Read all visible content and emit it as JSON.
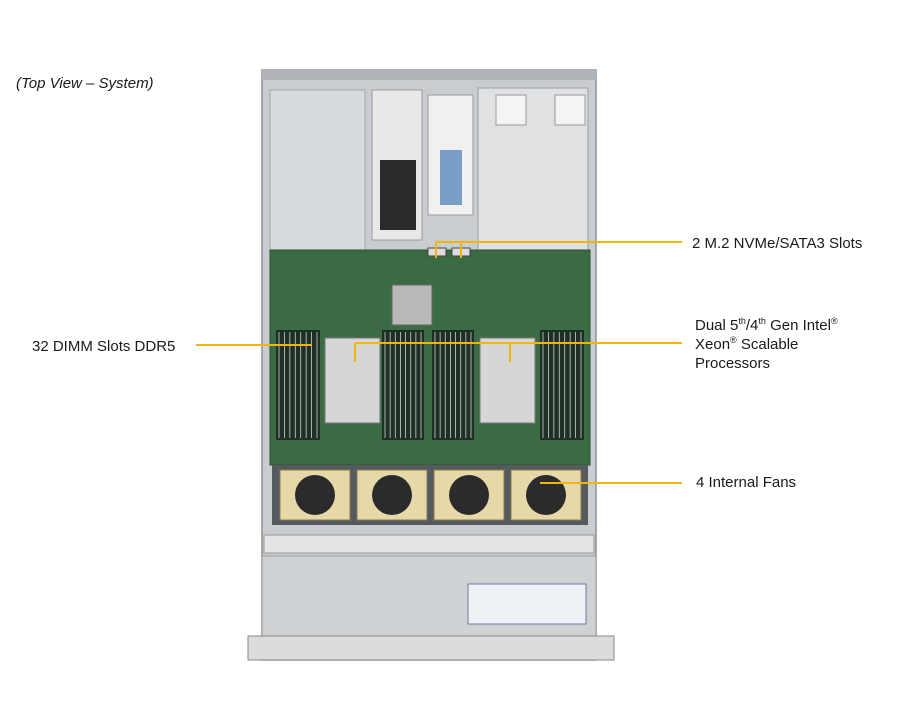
{
  "caption": "(Top View – System)",
  "labels": {
    "m2": "2 M.2 NVMe/SATA3 Slots",
    "dimm": "32 DIMM Slots DDR5",
    "cpu": {
      "line1_a": "Dual 5",
      "line1_sup1": "th",
      "line1_b": "/4",
      "line1_sup2": "th",
      "line1_c": " Gen Intel",
      "line1_sup3": "®",
      "line2_a": "Xeon",
      "line2_sup": "®",
      "line2_b": " Scalable",
      "line3": "Processors"
    },
    "fans": "4 Internal  Fans"
  },
  "colors": {
    "callout": "#f2b50b",
    "chassis": "#c9cdd1",
    "board": "#3b6b45",
    "fan": "#e6d8a8"
  },
  "counts": {
    "dimm_slots": 32,
    "fans": 4,
    "m2_slots": 2,
    "cpus": 2
  }
}
